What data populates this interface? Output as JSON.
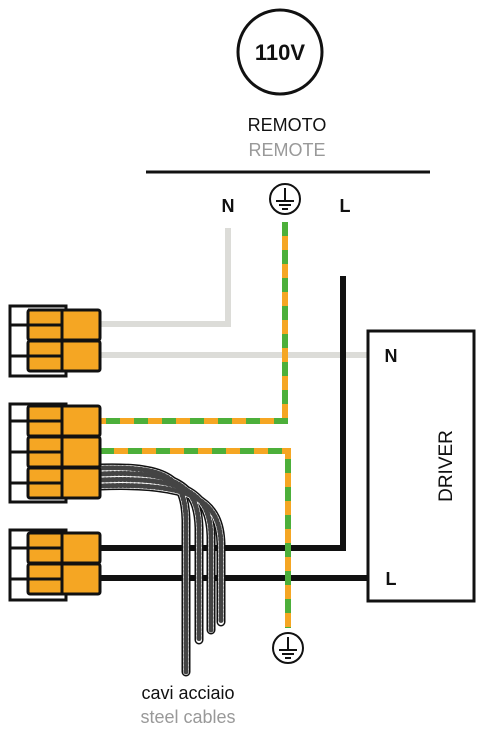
{
  "voltage_label": "110V",
  "remote_label_it": "REMOTO",
  "remote_label_en": "REMOTE",
  "neutral_label_top": "N",
  "line_label_top": "L",
  "driver": {
    "title": "DRIVER",
    "neutral_label": "N",
    "line_label": "L"
  },
  "cables_label_it": "cavi acciaio",
  "cables_label_en": "steel cables",
  "colors": {
    "line": "#111111",
    "neutral": "#dcdcd8",
    "earth_green": "#4caf3a",
    "earth_yellow": "#f5a623",
    "connector_orange": "#f5a623",
    "secondary_text": "#999999"
  },
  "icons": [
    "ground-symbol-icon",
    "ground-symbol-icon"
  ]
}
